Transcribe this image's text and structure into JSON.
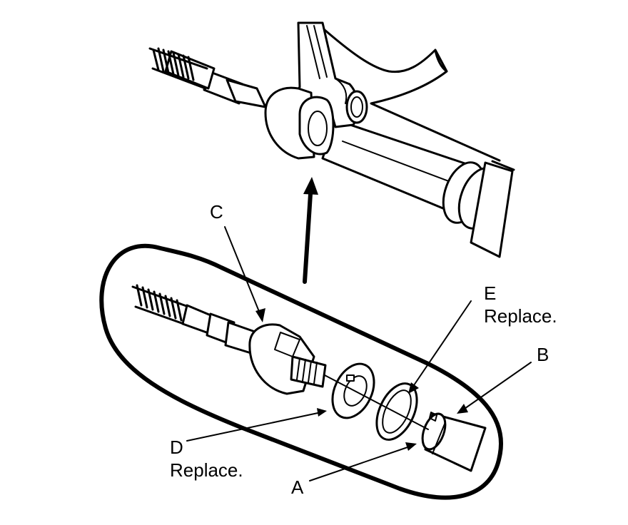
{
  "callouts": {
    "a": {
      "letter": "A"
    },
    "b": {
      "letter": "B"
    },
    "c": {
      "letter": "C"
    },
    "d": {
      "letter": "D",
      "note": "Replace."
    },
    "e": {
      "letter": "E",
      "note": "Replace."
    }
  },
  "colors": {
    "ink": "#000000",
    "paper": "#ffffff"
  }
}
